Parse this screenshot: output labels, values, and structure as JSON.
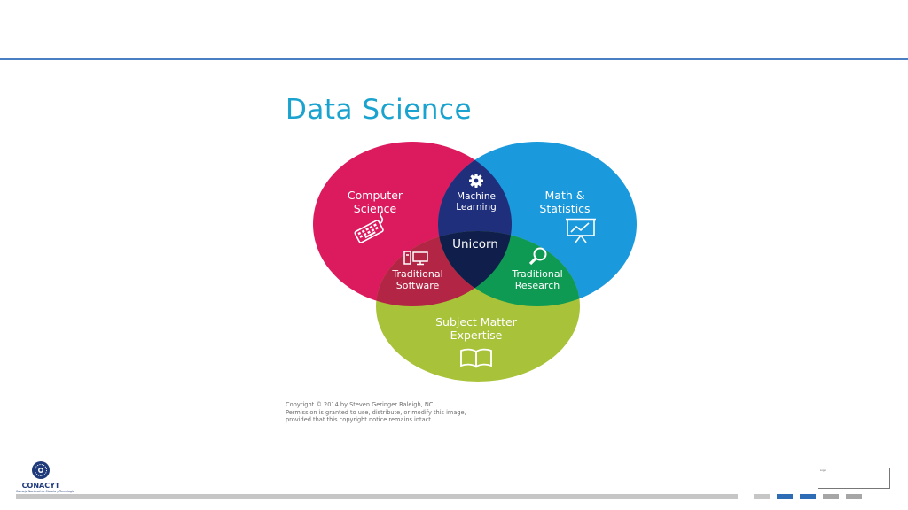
{
  "title": "Data Science",
  "circles": {
    "computer_science": {
      "label_lines": [
        "Computer",
        "Science"
      ],
      "color": "#dc1b5e"
    },
    "math_statistics": {
      "label_lines": [
        "Math &",
        "Statistics"
      ],
      "color": "#1a99dc"
    },
    "subject_matter": {
      "label_lines": [
        "Subject Matter",
        "Expertise"
      ],
      "color": "#a8c33a"
    }
  },
  "overlaps": {
    "machine_learning": {
      "label_lines": [
        "Machine",
        "Learning"
      ],
      "color": "#1f2f7c"
    },
    "traditional_software": {
      "label_lines": [
        "Traditional",
        "Software"
      ],
      "color": "#b32545"
    },
    "traditional_research": {
      "label_lines": [
        "Traditional",
        "Research"
      ],
      "color": "#0e9a53"
    },
    "unicorn": {
      "label": "Unicorn",
      "color": "#0f1e4a"
    }
  },
  "icons": {
    "computer_science": "keyboard-icon",
    "math_statistics": "chart-presentation-icon",
    "subject_matter": "book-icon",
    "machine_learning": "gear-icon",
    "traditional_software": "computer-icon",
    "traditional_research": "magnifier-icon"
  },
  "copyright_lines": [
    "Copyright © 2014 by Steven Geringer Raleigh, NC.",
    "Permission is granted to use, distribute, or modify this image,",
    "provided that this copyright notice remains intact."
  ],
  "logo": {
    "name": "CONACYT",
    "tagline": "Consejo Nacional de Ciencia y Tecnología"
  },
  "footer_nav": {
    "squares": [
      {
        "color": "#c6c6c6"
      },
      {
        "color": "#2e6db5"
      },
      {
        "color": "#2e6db5"
      },
      {
        "color": "#a6a6a6"
      },
      {
        "color": "#a6a6a6"
      }
    ]
  },
  "corner_box_text": "Logo"
}
